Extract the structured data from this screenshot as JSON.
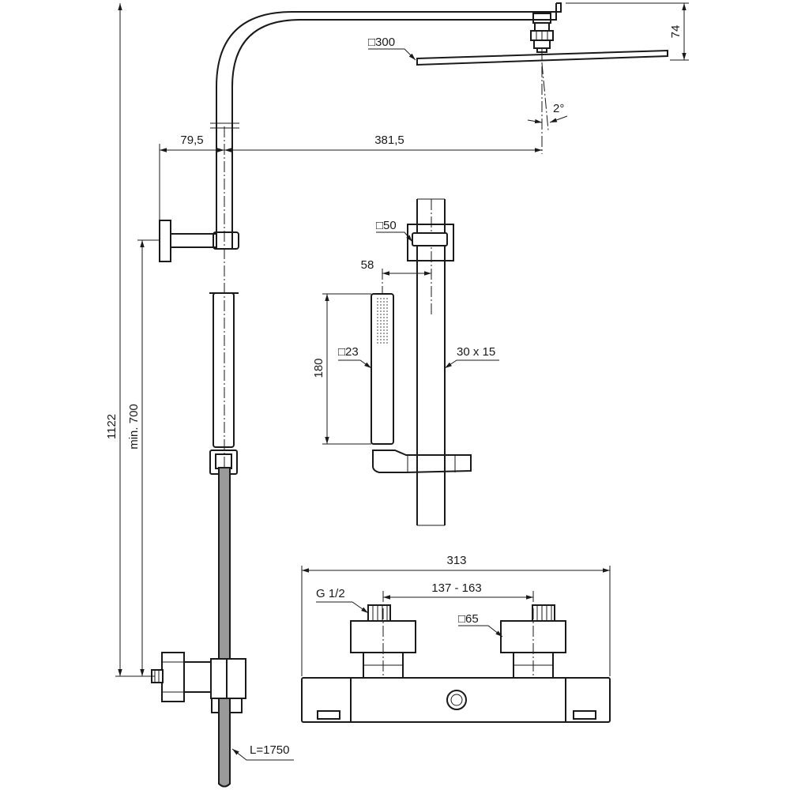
{
  "labels": {
    "head_size": "□300",
    "head_height": "74",
    "tilt": "2°",
    "arm_offset": "79,5",
    "arm_reach": "381,5",
    "total_height": "1122",
    "min_height": "min. 700",
    "hose_length": "L=1750",
    "holder_size": "□50",
    "holder_offset": "58",
    "hand_length": "180",
    "hand_size": "□23",
    "bar_section": "30 x 15",
    "valve_width": "313",
    "centers": "137 - 163",
    "thread": "G 1/2",
    "eccentric_size": "□65"
  }
}
